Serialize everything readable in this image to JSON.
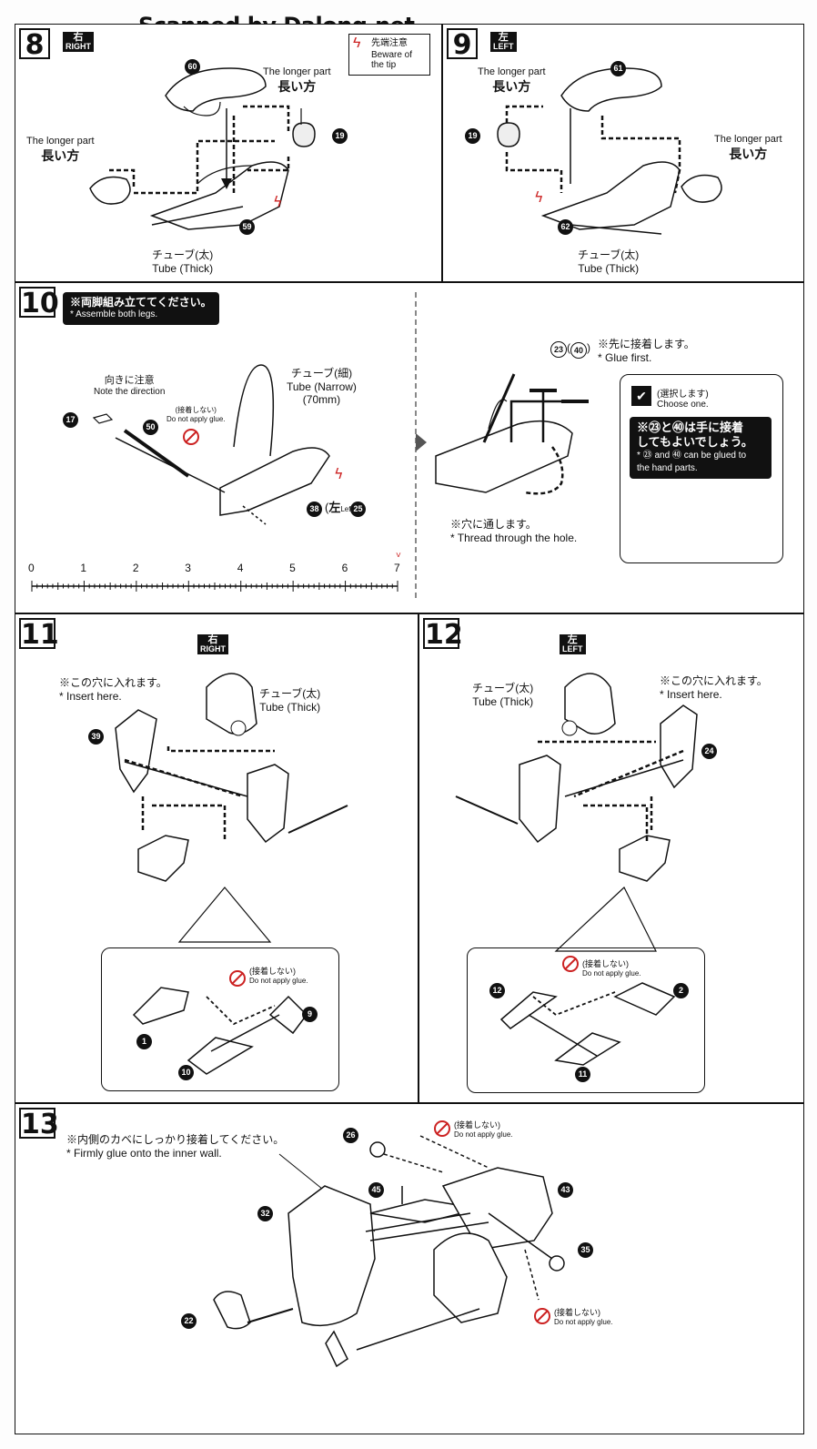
{
  "watermark": "Scanned by Dalong.net",
  "step8": {
    "num": "8",
    "side_jp": "右",
    "side_en": "RIGHT",
    "warning_jp": "先端注意",
    "warning_en1": "Beware of",
    "warning_en2": "the tip",
    "longer_en_a": "The longer part",
    "longer_jp_a": "長い方",
    "longer_en_b": "The longer part",
    "longer_jp_b": "長い方",
    "tube_jp": "チューブ(太)",
    "tube_en": "Tube (Thick)",
    "parts": [
      "60",
      "19",
      "59"
    ]
  },
  "step9": {
    "num": "9",
    "side_jp": "左",
    "side_en": "LEFT",
    "longer_en_a": "The longer part",
    "longer_jp_a": "長い方",
    "longer_en_b": "The longer part",
    "longer_jp_b": "長い方",
    "tube_jp": "チューブ(太)",
    "tube_en": "Tube (Thick)",
    "parts": [
      "61",
      "19",
      "62"
    ]
  },
  "step10": {
    "num": "10",
    "note_jp": "※両脚組み立ててください。",
    "note_en": "* Assemble both legs.",
    "direction_jp": "向きに注意",
    "direction_en": "Note the direction",
    "noglue_jp": "(接着しない)",
    "noglue_en": "Do not apply glue.",
    "tube_jp": "チューブ(細)",
    "tube_en": "Tube (Narrow)",
    "tube_len": "(70mm)",
    "left_jp": "左",
    "left_en": "Left",
    "parts": [
      "17",
      "50",
      "38",
      "25"
    ],
    "ruler": [
      "0",
      "1",
      "2",
      "3",
      "4",
      "5",
      "6",
      "7"
    ],
    "glue_jp": "※先に接着します。",
    "glue_en": "* Glue first.",
    "glue_parts": [
      "23",
      "40"
    ],
    "choose_jp": "(選択します)",
    "choose_en": "Choose one.",
    "hand_jp1": "※㉓と㊵は手に接着",
    "hand_jp2": "してもよいでしょう。",
    "hand_en1": "* ㉓ and ㊵ can be glued to",
    "hand_en2": "the hand parts.",
    "thread_jp": "※穴に通します。",
    "thread_en": "* Thread through the hole."
  },
  "step11": {
    "num": "11",
    "side_jp": "右",
    "side_en": "RIGHT",
    "insert_jp": "※この穴に入れます。",
    "insert_en": "* Insert here.",
    "tube_jp": "チューブ(太)",
    "tube_en": "Tube (Thick)",
    "noglue_jp": "(接着しない)",
    "noglue_en": "Do not apply glue.",
    "parts": [
      "39",
      "1",
      "9",
      "10"
    ]
  },
  "step12": {
    "num": "12",
    "side_jp": "左",
    "side_en": "LEFT",
    "insert_jp": "※この穴に入れます。",
    "insert_en": "* Insert here.",
    "tube_jp": "チューブ(太)",
    "tube_en": "Tube (Thick)",
    "noglue_jp": "(接着しない)",
    "noglue_en": "Do not apply glue.",
    "parts": [
      "24",
      "12",
      "2",
      "11"
    ]
  },
  "step13": {
    "num": "13",
    "note_jp": "※内側のカベにしっかり接着してください。",
    "note_en": "* Firmly glue onto the inner wall.",
    "noglue_jp_a": "(接着しない)",
    "noglue_en_a": "Do not apply glue.",
    "noglue_jp_b": "(接着しない)",
    "noglue_en_b": "Do not apply glue.",
    "parts": [
      "26",
      "45",
      "43",
      "32",
      "35",
      "22"
    ]
  }
}
